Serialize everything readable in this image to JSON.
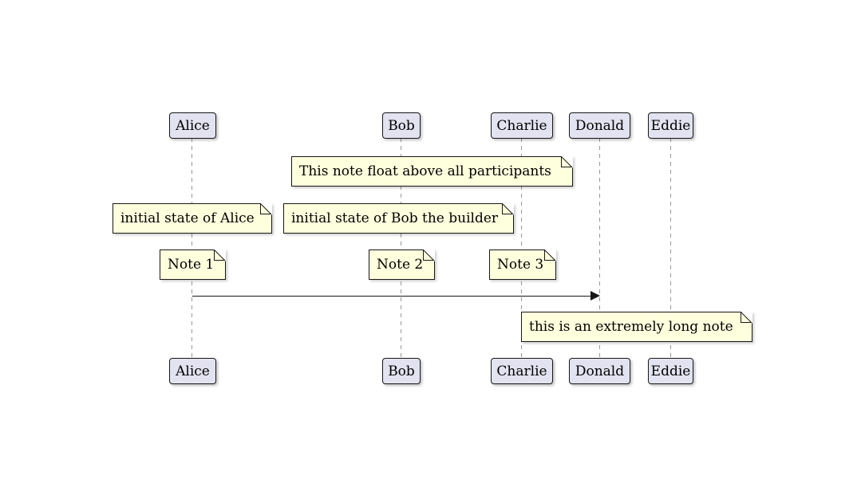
{
  "participants": [
    {
      "label": "Alice"
    },
    {
      "label": "Bob"
    },
    {
      "label": "Charlie"
    },
    {
      "label": "Donald"
    },
    {
      "label": "Eddie"
    }
  ],
  "notes": [
    {
      "text": "This note float above all participants",
      "over": "Bob and Charlie"
    },
    {
      "text": "initial state of Alice",
      "over": "Alice"
    },
    {
      "text": "initial state of Bob the builder",
      "over": "Bob"
    },
    {
      "text": "Note 1",
      "over": "Alice"
    },
    {
      "text": "Note 2",
      "over": "Bob"
    },
    {
      "text": "Note 3",
      "over": "Charlie"
    },
    {
      "text": "this is an extremely long note",
      "over": "Donald"
    }
  ],
  "messages": [
    {
      "from": "Alice",
      "to": "Donald",
      "label": ""
    }
  ],
  "colors": {
    "participant_fill": "#E2E2F0",
    "participant_border": "#181818",
    "note_fill": "#FEFFDD",
    "note_border": "#181818",
    "lifeline": "#999999",
    "arrow": "#181818",
    "background": "#FFFFFF"
  }
}
